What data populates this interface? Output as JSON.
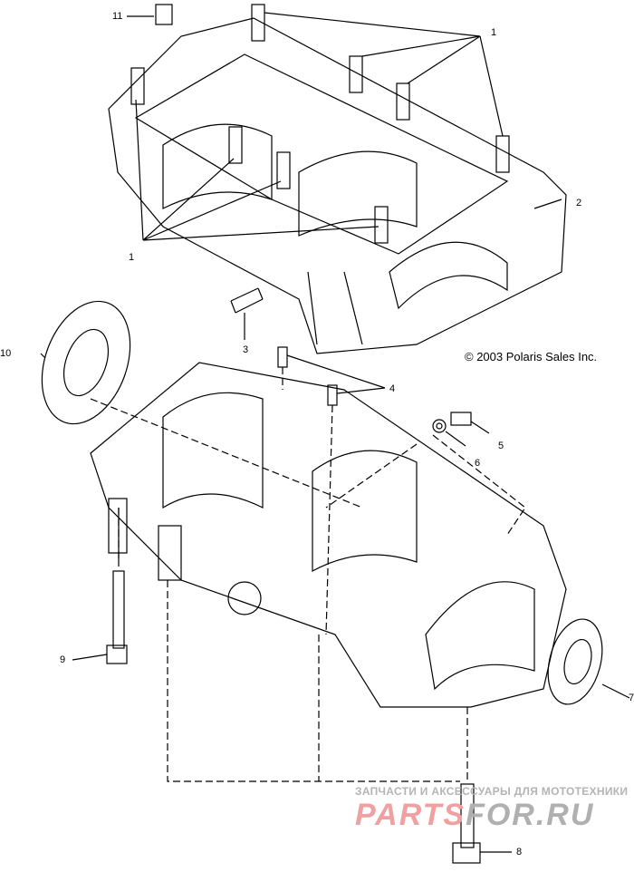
{
  "diagram": {
    "copyright": "© 2003 Polaris Sales Inc.",
    "callouts": [
      "1",
      "1",
      "2",
      "3",
      "4",
      "5",
      "6",
      "7",
      "8",
      "9",
      "10",
      "11"
    ],
    "watermark": {
      "tagline": "ЗАПЧАСТИ И АКСЕССУАРЫ ДЛЯ МОТОТЕХНИКИ",
      "logo_a": "PARTS",
      "logo_b": "FOR.RU"
    }
  }
}
